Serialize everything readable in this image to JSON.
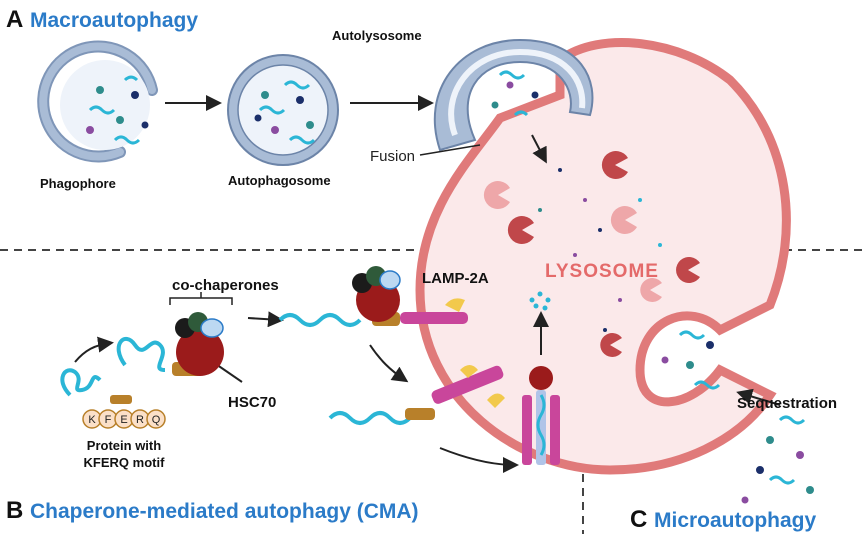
{
  "panels": {
    "a": {
      "letter": "A",
      "title": "Macroautophagy"
    },
    "b": {
      "letter": "B",
      "title": "Chaperone-mediated autophagy (CMA)"
    },
    "c": {
      "letter": "C",
      "title": "Microautophagy"
    }
  },
  "labels": {
    "phagophore": "Phagophore",
    "autophagosome": "Autophagosome",
    "autolysosome": "Autolysosome",
    "fusion": "Fusion",
    "lysosome": "LYSOSOME",
    "co_chaperones": "co-chaperones",
    "lamp2a": "LAMP-2A",
    "hsc70": "HSC70",
    "protein_line1": "Protein with",
    "protein_line2": "KFERQ motif",
    "sequestration": "Sequestration"
  },
  "kferq_letters": [
    "K",
    "F",
    "E",
    "R",
    "Q"
  ],
  "colors": {
    "title_blue": "#2b7bc8",
    "membrane_blue": "#a9bcd6",
    "lysosome_fill": "#fbe9ea",
    "lysosome_edge": "#e07a7a",
    "hsc70": "#9b1b1b",
    "lamp2a": "#c9469b",
    "cargo_cyan": "#2bb6d6",
    "enzyme_red": "#c0474a",
    "enzyme_pink": "#eea7a9",
    "motif_brown": "#b8802a"
  }
}
